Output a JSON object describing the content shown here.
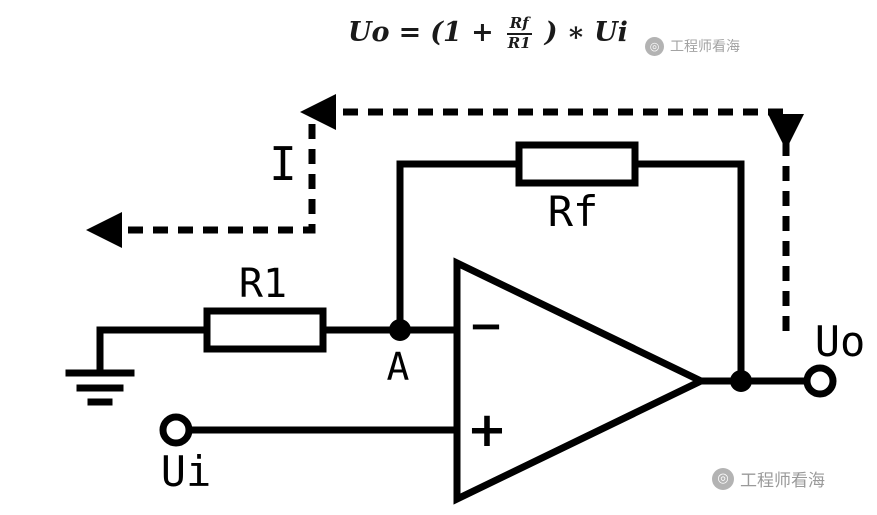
{
  "formula": {
    "lhs": "Uo",
    "equals": "=",
    "open": "(1 +",
    "frac_num": "Rf",
    "frac_den": "R1",
    "close": ")",
    "operator": "∗",
    "rhs": "Ui"
  },
  "watermark": {
    "brand": "工程师看海",
    "logo_glyph": "◎"
  },
  "circuit": {
    "current_label": "I",
    "r1_label": "R1",
    "rf_label": "Rf",
    "node_a_label": "A",
    "input_label": "Ui",
    "output_label": "Uo",
    "minus_sign": "−",
    "plus_sign": "+"
  },
  "colors": {
    "line": "#000000",
    "watermark_gray": "#a3a3a3",
    "background": "#ffffff"
  }
}
